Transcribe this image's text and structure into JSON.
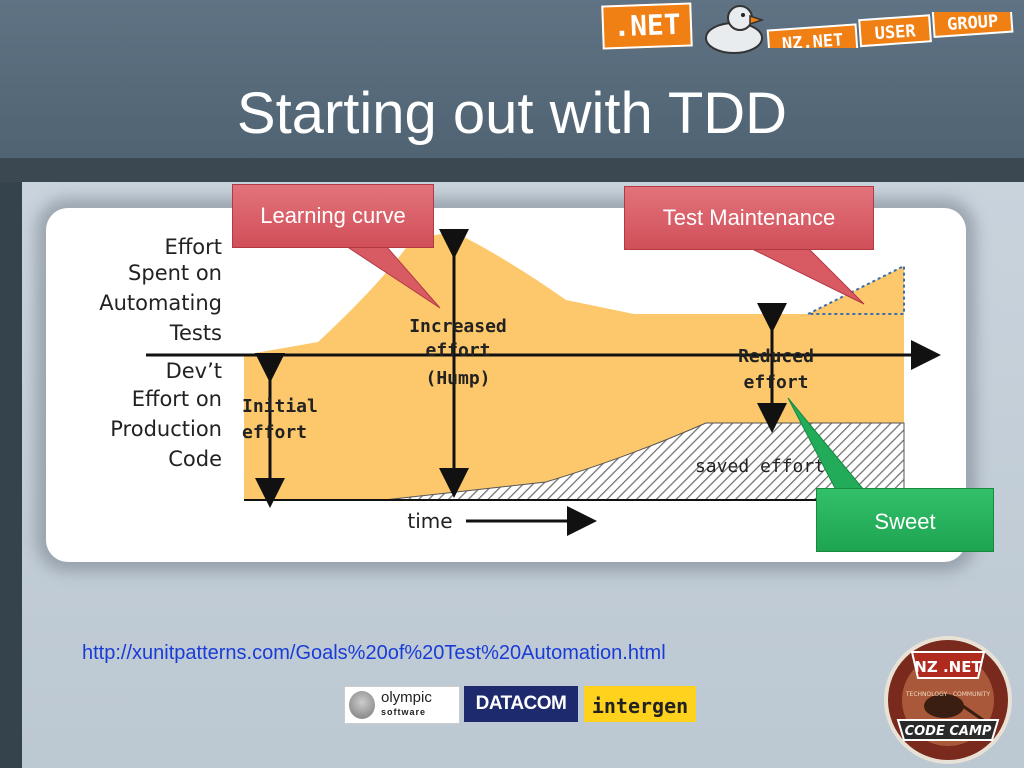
{
  "slide": {
    "title": "Starting out with TDD",
    "source_url": "http://xunitpatterns.com/Goals%20of%20Test%20Automation.html"
  },
  "header_logos": {
    "net_badge": ".NET",
    "user_group": "NZ.NET USER GROUP",
    "user_group_parts": [
      "NZ.NET",
      "USER",
      "GROUP"
    ]
  },
  "diagram": {
    "y_label_top": [
      "Effort",
      "Spent on",
      "Automating",
      "Tests"
    ],
    "y_label_bottom": [
      "Dev’t",
      "Effort on",
      "Production",
      "Code"
    ],
    "x_label": "time",
    "annotations": {
      "initial": [
        "Initial",
        "effort"
      ],
      "increased": [
        "Increased",
        "effort",
        "(Hump)"
      ],
      "reduced": [
        "Reduced",
        "effort"
      ],
      "saved": "saved effort"
    },
    "colors": {
      "fill": "#fcc86b",
      "hatch": "#707070",
      "axis": "#111111"
    }
  },
  "callouts": {
    "learning_curve": "Learning curve",
    "test_maintenance": "Test Maintenance",
    "sweet": "Sweet"
  },
  "sponsors": {
    "olympic": {
      "name": "olympic",
      "sub": "software"
    },
    "datacom": "DATACOM",
    "intergen": "intergen"
  },
  "code_camp": {
    "top": "NZ .NET",
    "bottom": "CODE CAMP",
    "ring": "TECHNOLOGY · COMMUNITY"
  },
  "colors": {
    "header": "#56697a",
    "content_bg": "#c3cfd8",
    "callout_red": "#d85a63",
    "callout_green": "#22ab58",
    "link": "#1a3cd6"
  }
}
